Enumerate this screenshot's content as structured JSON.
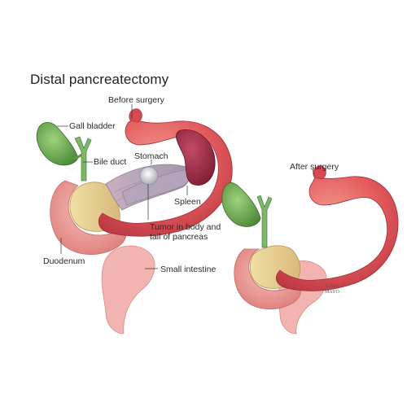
{
  "title": "Distal pancreatectomy",
  "panels": {
    "before": {
      "caption": "Before surgery",
      "labels": {
        "gall_bladder": "Gall bladder",
        "bile_duct": "Bile duct",
        "stomach": "Stomach",
        "spleen": "Spleen",
        "tumor": "Tumor in body and\ntail of pancreas",
        "duodenum": "Duodenum",
        "small_intestine": "Small intestine"
      }
    },
    "after": {
      "caption": "After surgery"
    }
  },
  "copyright": "©2016\nMAYO",
  "colors": {
    "stomach": "#e0585c",
    "stomach_highlight": "#f08a84",
    "duodenum": "#ee9a96",
    "intestine": "#f2b4b0",
    "gall_bladder": "#6aa84f",
    "bile_duct": "#7cb86a",
    "pancreas": "#e9d59a",
    "pancreas_removed": "#b9a7b8",
    "spleen": "#a8304a",
    "tumor": "#e8e8ec"
  }
}
